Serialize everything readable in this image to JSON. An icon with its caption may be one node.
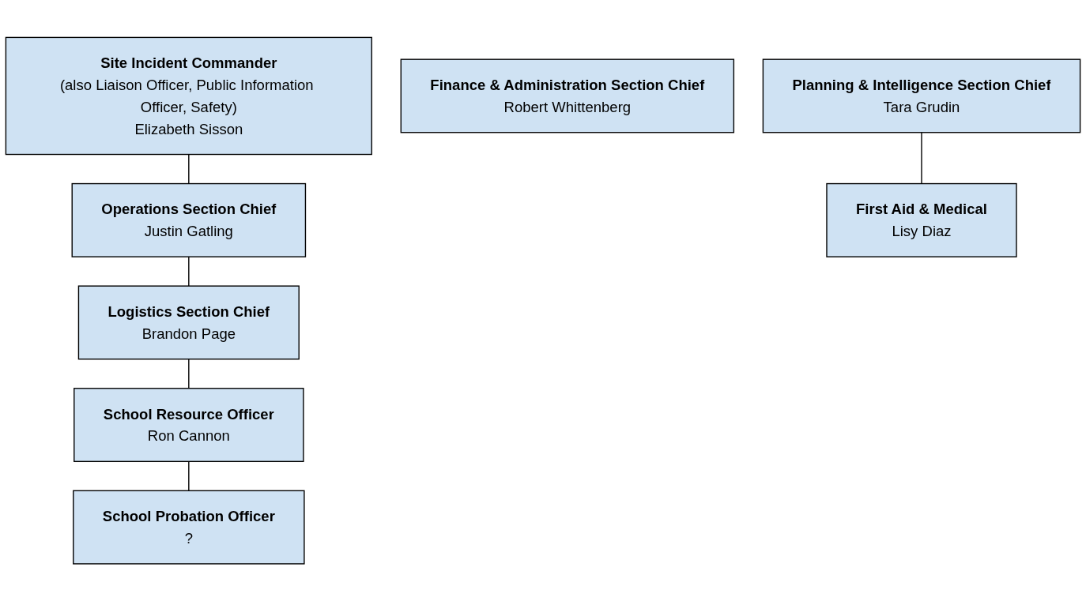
{
  "diagram": {
    "nodes": [
      {
        "text": [
          "Site Incident Commander",
          "(also Liaison Officer, Public Information Officer, Safety)",
          "Elizabeth Sisson"
        ]
      },
      {
        "text": [
          "Finance & Administration Section Chief",
          "Robert Whittenberg"
        ]
      },
      {
        "text": [
          "Planning & Intelligence Section Chief",
          "Tara Grudin"
        ]
      },
      {
        "text": [
          "Operations Section Chief",
          "Justin Gatling"
        ]
      },
      {
        "text": [
          "First Aid & Medical",
          "Lisy Diaz"
        ]
      },
      {
        "text": [
          "Logistics Section Chief",
          "Brandon Page"
        ]
      },
      {
        "text": [
          "School Resource Officer",
          "Ron Cannon"
        ]
      },
      {
        "text": [
          "School Probation Officer",
          "?"
        ]
      }
    ],
    "edges": [
      {
        "from": 0,
        "to": 3,
        "arrow": "none"
      },
      {
        "from": 2,
        "to": 4,
        "arrow": "none"
      },
      {
        "from": 3,
        "to": 5,
        "arrow": "none"
      },
      {
        "from": 5,
        "to": 6,
        "arrow": "none"
      },
      {
        "from": 6,
        "to": 7,
        "arrow": "none"
      }
    ]
  }
}
